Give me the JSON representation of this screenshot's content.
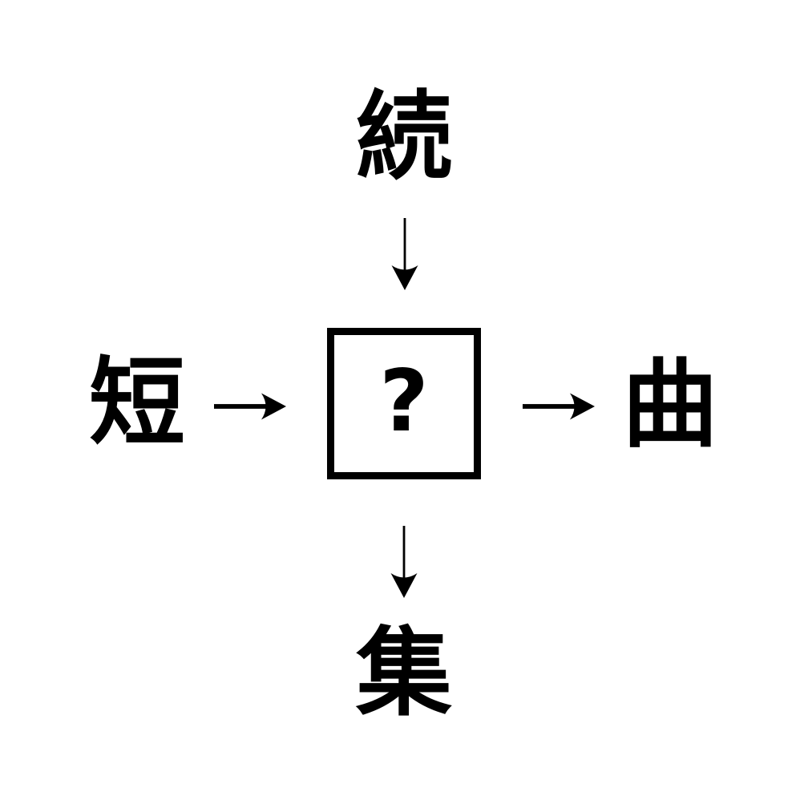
{
  "puzzle": {
    "description_label": "kanji-cross-puzzle",
    "center": "?",
    "top": "続",
    "left": "短",
    "right": "曲",
    "bottom": "集",
    "icons": {
      "top_to_center": "arrow-down-icon",
      "left_to_center": "arrow-right-icon",
      "center_to_right": "arrow-right-icon",
      "center_to_bottom": "arrow-down-icon"
    },
    "colors": {
      "ink": "#000000",
      "background": "#ffffff"
    }
  }
}
